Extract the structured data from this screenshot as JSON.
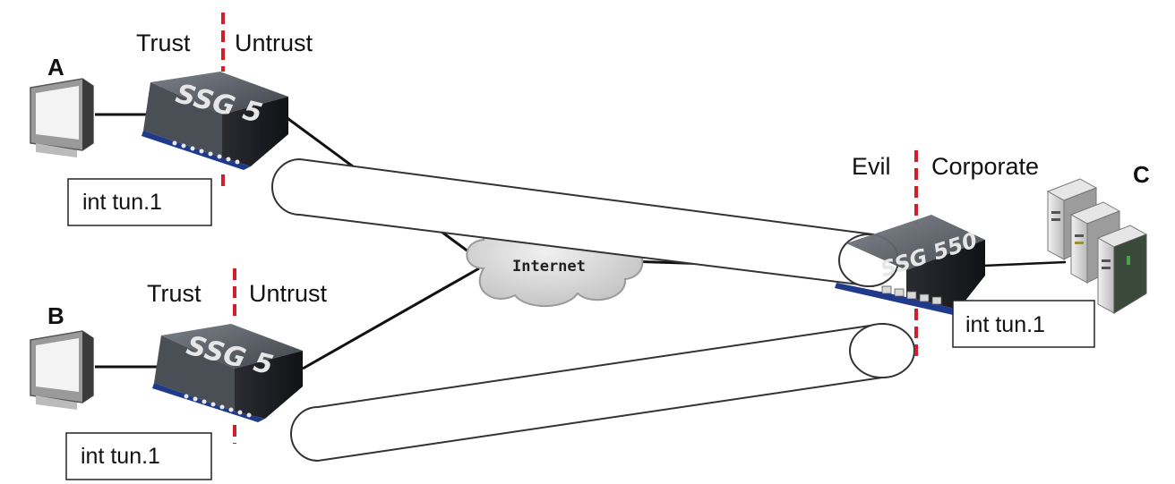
{
  "nodes": {
    "a": {
      "letter": "A"
    },
    "b": {
      "letter": "B"
    },
    "c": {
      "letter": "C"
    }
  },
  "zones": {
    "site_a_left": "Trust",
    "site_a_right": "Untrust",
    "site_b_left": "Trust",
    "site_b_right": "Untrust",
    "corp_left": "Evil",
    "corp_right": "Corporate"
  },
  "devices": {
    "ssg_a": "SSG 5",
    "ssg_b": "SSG 5",
    "ssg_corp": "SSG 550"
  },
  "interfaces": {
    "site_a": "int tun.1",
    "site_b": "int tun.1",
    "corp": "int tun.1"
  },
  "cloud": {
    "label": "Internet"
  },
  "colors": {
    "zone_divider": "#d11f2a",
    "device_top": "#5a5e66",
    "device_front": "#1f3a8a",
    "cloud_fill": "#d9d9d9",
    "tunnel_stroke": "#333333"
  }
}
